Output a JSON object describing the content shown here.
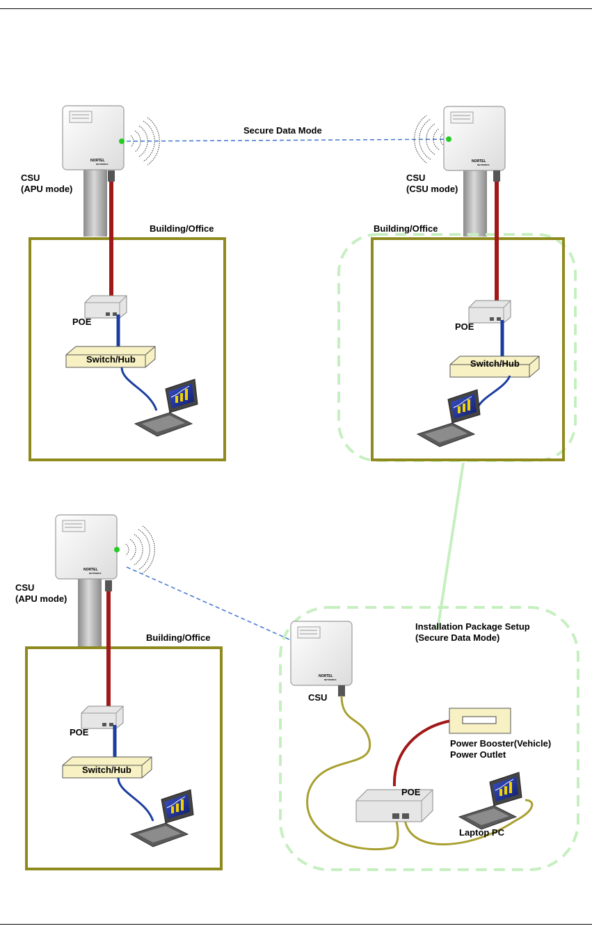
{
  "diagram": {
    "top_section": {
      "link_label": "Secure Data Mode",
      "left": {
        "csu_label": "CSU",
        "csu_mode": "(APU mode)",
        "building_label": "Building/Office",
        "poe_label": "POE",
        "switch_label": "Switch/Hub"
      },
      "right": {
        "csu_label": "CSU",
        "csu_mode": "(CSU mode)",
        "building_label": "Building/Office",
        "poe_label": "POE",
        "switch_label": "Switch/Hub"
      }
    },
    "bottom_section": {
      "left": {
        "csu_label": "CSU",
        "csu_mode": "(APU mode)",
        "building_label": "Building/Office",
        "poe_label": "POE",
        "switch_label": "Switch/Hub"
      },
      "package": {
        "title_line1": "Installation Package Setup",
        "title_line2": "(Secure Data Mode)",
        "csu_label": "CSU",
        "poe_label": "POE",
        "power_line1": "Power Booster(Vehicle)",
        "power_line2": "Power Outlet",
        "laptop_label": "Laptop PC"
      }
    },
    "device_brand": "NORTEL",
    "device_brand_sub": "NETWORKS",
    "colors": {
      "building_border": "#8f8a1e",
      "power_cable": "#a01818",
      "ethernet_cable": "#1a3d9e",
      "package_cable": "#a8a030",
      "highlight_dash": "#c6efc0",
      "link_dash": "#4a7bd4",
      "pole": "#a9a9a9",
      "switch_fill": "#f7f1c4"
    }
  }
}
